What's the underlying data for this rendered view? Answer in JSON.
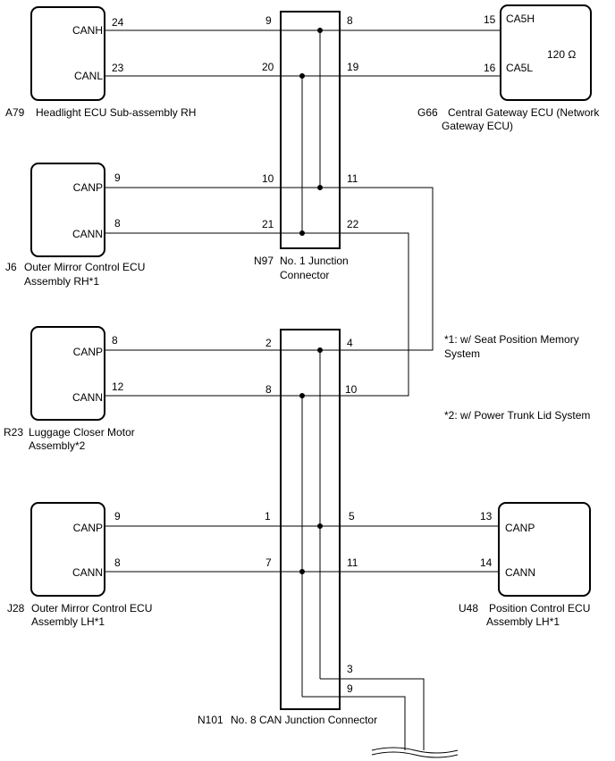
{
  "ecus": {
    "a79": {
      "id": "A79",
      "name": "Headlight ECU Sub-assembly RH",
      "sig1": "CANH",
      "sig2": "CANL",
      "pin1": "24",
      "pin2": "23"
    },
    "g66": {
      "id": "G66",
      "name1": "Central Gateway ECU (Network",
      "name2": "Gateway ECU)",
      "sig1": "CA5H",
      "sig2": "CA5L",
      "pin1": "15",
      "pin2": "16",
      "resistor": "120 Ω"
    },
    "j6": {
      "id": "J6",
      "name1": "Outer Mirror Control ECU",
      "name2": "Assembly RH*1",
      "sig1": "CANP",
      "sig2": "CANN",
      "pin1": "9",
      "pin2": "8"
    },
    "r23": {
      "id": "R23",
      "name1": "Luggage Closer Motor",
      "name2": "Assembly*2",
      "sig1": "CANP",
      "sig2": "CANN",
      "pin1": "8",
      "pin2": "12"
    },
    "j28": {
      "id": "J28",
      "name1": "Outer Mirror Control ECU",
      "name2": "Assembly LH*1",
      "sig1": "CANP",
      "sig2": "CANN",
      "pin1": "9",
      "pin2": "8"
    },
    "u48": {
      "id": "U48",
      "name1": "Position Control ECU",
      "name2": "Assembly LH*1",
      "sig1": "CANP",
      "sig2": "CANN",
      "pin1": "13",
      "pin2": "14"
    }
  },
  "junctions": {
    "n97": {
      "id": "N97",
      "name1": "No. 1 Junction",
      "name2": "Connector",
      "p9": "9",
      "p8": "8",
      "p20": "20",
      "p19": "19",
      "p10": "10",
      "p11": "11",
      "p21": "21",
      "p22": "22"
    },
    "n101": {
      "id": "N101",
      "name": "No. 8 CAN Junction Connector",
      "p2": "2",
      "p4": "4",
      "p8": "8",
      "p10": "10",
      "p1": "1",
      "p5": "5",
      "p7": "7",
      "p11": "11",
      "p3": "3",
      "p9": "9"
    }
  },
  "notes": {
    "n1a": "*1: w/ Seat Position Memory",
    "n1b": "System",
    "n2": "*2: w/ Power Trunk Lid System"
  }
}
